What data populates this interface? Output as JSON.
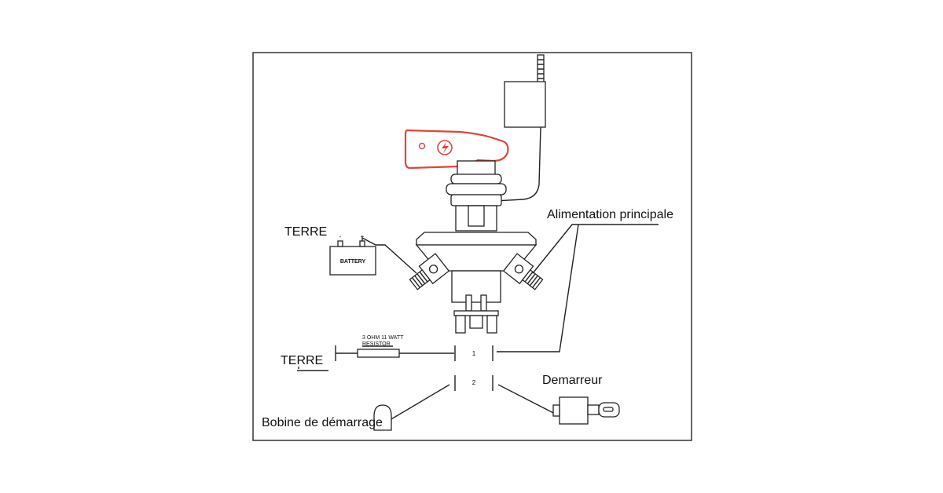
{
  "labels": {
    "terre_top": "TERRE",
    "terre_bottom": "TERRE",
    "alimentation": "Alimentation principale",
    "demarreur": "Demarreur",
    "bobine": "Bobine de démarrage",
    "battery": "BATTERY",
    "battery_minus": "-",
    "battery_plus": "+",
    "resistor_spec": "3 OHM 11 WATT",
    "resistor": "RESISTOR",
    "terminal_1": "1",
    "terminal_2": "2"
  },
  "colors": {
    "line": "#222222",
    "key_handle": "#e0443c",
    "background": "#ffffff"
  },
  "icons": {
    "handle_symbol": "lightning-icon"
  }
}
